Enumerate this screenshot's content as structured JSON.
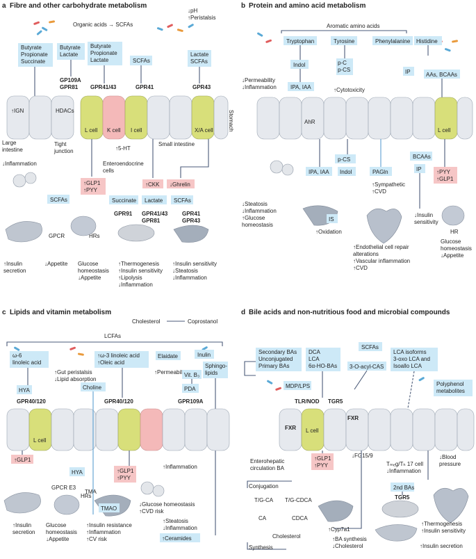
{
  "panel_a": {
    "title": "Fibre and other carbohydrate metabolism",
    "letter": "a",
    "top_text": "Organic acids → SCFAs",
    "ph": "↓pH",
    "peristalsis": "↑Peristalsis",
    "box1": [
      "Butyrate",
      "Propionate",
      "Succinate"
    ],
    "box2": [
      "Butyrate",
      "Lactate"
    ],
    "box3": [
      "Butyrate",
      "Propionate",
      "Lactate"
    ],
    "box4": "SCFAs",
    "box5": [
      "Lactate",
      "SCFAs"
    ],
    "gp109": [
      "GP109A",
      "GPR81"
    ],
    "gpr4143": "GPR41/43",
    "gpr41": "GPR41",
    "gpr43": "GPR43",
    "stomach": "Stomach",
    "ign": "↑IGN",
    "hdacs": "HDACs",
    "lcell": "L cell",
    "kcell": "K cell",
    "icell": "I cell",
    "xacell": "X/A cell",
    "large_intestine": [
      "Large",
      "intestine"
    ],
    "tight_junction": [
      "Tight",
      "junction"
    ],
    "five_ht": "↑5-HT",
    "small_intestine": "Small intestine",
    "enteroendocrine": [
      "Enteroendocrine",
      "cells"
    ],
    "inflammation": "↓Inflammation",
    "glp1": "↑GLP1",
    "pyy": "↑PYY",
    "cck": "↑CKK",
    "ghrelin": "↓Ghrelin",
    "scfas_box": "SCFAs",
    "succinate": "Succinate",
    "lactate": "Lactate",
    "scfas_box2": "SCFAs",
    "gpr91": "GPR91",
    "gpr4143b": "GPR41/43",
    "gpr81": "GPR81",
    "gpr41b": "GPR41",
    "gpr43b": "GPR43",
    "gpcr": "GPCR",
    "hrs": "HRs",
    "insulin_secretion": [
      "↑Insulin",
      "secretion"
    ],
    "appetite": "↓Appetite",
    "glucose": [
      "Glucose",
      "homeostasis",
      "↓Appetite"
    ],
    "thermo": [
      "↑Thermogenesis",
      "↑Insulin sensitivity",
      "↑Lipolysis",
      "↓Inflammation"
    ],
    "liver_effects": [
      "↑Insulin sensitivity",
      "↓Steatosis",
      "↓Inflammation"
    ]
  },
  "panel_b": {
    "letter": "b",
    "title": "Protein and amino acid metabolism",
    "aromatic": "Aromatic amino acids",
    "tryptophan": "Tryptophan",
    "tyrosine": "Tyrosine",
    "phenylalanine": "Phenylalanine",
    "histidine": "Histidine",
    "indol": "Indol",
    "pc_pcs": [
      "p-C",
      "p-CS"
    ],
    "cytotoxicity": "↑Cytotoxicity",
    "ip": "IP",
    "aas": "AAs, BCAAs",
    "permeability": [
      "↓Permeability",
      "↓Inflammation"
    ],
    "ipa_iaa": "IPA, IAA",
    "ahr": "AhR",
    "lcell": "L cell",
    "pcs2": "p-CS",
    "ipa_iaa2": "IPA, IAA",
    "indol2": "Indol",
    "pagln": "PAGln",
    "sympathetic": [
      "↑Sympathetic",
      "↑CVD"
    ],
    "bcaas": "BCAAs",
    "ip2": "IP",
    "pyy": "↑PYY",
    "glp1": "↑GLP1",
    "steatosis": [
      "↓Steatosis",
      "↓Inflammation",
      "↑Glucose",
      "homeostasis"
    ],
    "is": "IS",
    "oxidation": "↑Oxidation",
    "insulin_sens": [
      "↓Insulin",
      "sensitivity"
    ],
    "hr": "HR",
    "glucose_app": [
      "Glucose",
      "homeostasis",
      "↓Appetite"
    ],
    "endothelial": [
      "↑Endothelial cell repair",
      "alterations",
      "↑Vascular inflammation",
      "↑CVD"
    ]
  },
  "panel_c": {
    "letter": "c",
    "title": "Lipids and vitamin metabolism",
    "lcfas": "LCFAs",
    "cholesterol": "Cholesterol",
    "coprostanol": "Coprostanol",
    "w6": [
      "ω-6",
      "linoleic acid"
    ],
    "gut_peristalsis": [
      "↑Gut peristalsis",
      "↓Lipid absorption"
    ],
    "w3": [
      "↑ω-3 linoleic acid",
      "↑Oleic acid"
    ],
    "elaidate": "Elaidate",
    "permeability": "↑Permeability",
    "inulin": "Inulin",
    "vitb3": "Vit. B₃",
    "sphingo": [
      "Sphingo-",
      "lipids"
    ],
    "hya": "HYA",
    "gpr40": "GPR40/120",
    "choline": "Choline",
    "gpr40b": "GPR40/120",
    "pda": "PDA",
    "gpr109a": "GPR109A",
    "lcell": "L cell",
    "glp1": "↑GLP1",
    "hya2": "HYA",
    "tma": "TMA",
    "glp1b": "↑GLP1",
    "pyy": "↑PYY",
    "inflammation": "↑Inflammation",
    "gpcr_e3": "GPCR E3",
    "hrs": "HRs",
    "glucose_cvd": [
      "↓Glucose homeostasis",
      "↑CVD risk"
    ],
    "insulin_secretion": [
      "↑Insulin",
      "secretion"
    ],
    "glucose_app": [
      "Glucose",
      "homeostasis",
      "↓Appetite"
    ],
    "tmao": "TMAO",
    "steatosis": [
      "↑Steatosis",
      "↓Inflammation"
    ],
    "insulin_res": [
      "↑Insulin resistance",
      "↑Inflammation",
      "↑CV risk"
    ],
    "ceramides": "↑Ceramides"
  },
  "panel_d": {
    "letter": "d",
    "title": "Bile acids and non-nutritious food and microbial compounds",
    "scfas": "SCFAs",
    "secondary": [
      "Secondary BAs",
      "Unconjugated",
      "Primary BAs"
    ],
    "dca": [
      "DCA",
      "LCA",
      "6α-HO-BAs"
    ],
    "oacyl": "3-O-acyl-CAS",
    "lca_iso": [
      "LCA isoforms",
      "3-oxo LCA and",
      "Isoallo LCA"
    ],
    "mdp": "MDP/LPS",
    "polyphenol": [
      "Polyphenol",
      "metabolites"
    ],
    "tlr": "TLR/NOD",
    "tgr5": "TGR5",
    "fxr": "FXR",
    "fxr2": "FXR",
    "lcell": "L cell",
    "enterohepatic": [
      "Enterohepatic",
      "circulation BA"
    ],
    "glp1": "↑GLP1",
    "pyy": "↑PYY",
    "fgf": "↓FG15/9",
    "treg": [
      "Tₘₑg/Tₕ 17 cell",
      "↓Inflammation"
    ],
    "blood": [
      "↓Blood",
      "pressure"
    ],
    "conjugation": "Conjugation",
    "tgca": "T/G-CA",
    "tgcdca": "T/G-CDCA",
    "ca": "CA",
    "cdca": "CDCA",
    "cholesterol": "Cholesterol",
    "cyp": "↑Cyp7a1",
    "synthesis": "Synthesis",
    "ba_synth": [
      "↑BA synthesis",
      "↓Cholesterol"
    ],
    "second_bas": "2nd BAs",
    "tgr5b": "TGR5",
    "thermo": [
      "↑Thermogenesis",
      "↑Insulin sensitivity"
    ],
    "insulin_sec": "↑Insulin secretion"
  }
}
